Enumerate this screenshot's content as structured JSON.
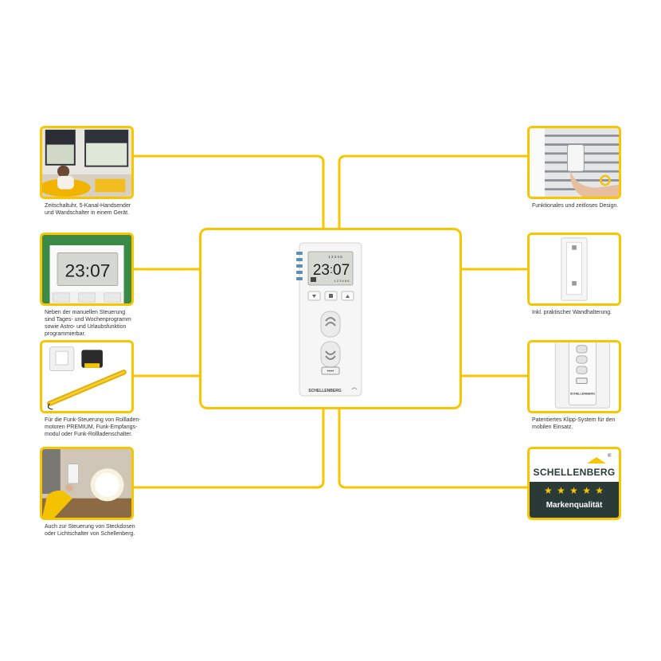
{
  "brand": {
    "name": "SCHELLENBERG",
    "registered": "®",
    "stars": "★ ★ ★ ★ ★",
    "quality": "Markenqualität"
  },
  "device": {
    "lcd_time_hours": "23",
    "lcd_time_minutes": "07",
    "lcd_days": "1 2 3 4 5",
    "lcd_days_bottom": "1 2 3 4 5 6",
    "logo": "SCHELLENBERG",
    "mini_logo": "SCHELLENBERG"
  },
  "left_captions": [
    "Zeitschaltuhr, 5-Kanal-Handsender\nund Wandschalter in einem Gerät.",
    "Neben der manuellen Steuerung\nsind Tages- und Wochenprogramm\nsowie Astro- und Urlaubsfunktion\nprogrammierbar.",
    "Für die Funk-Steuerung von Rollladen-\nmotoren PREMIUM, Funk-Empfangs-\nmodul oder Funk-Rollladenschalter.",
    "Auch zur Steuerung von Steckdosen\noder Lichtschalter von Schellenberg."
  ],
  "right_captions": [
    "Funktionales und zeitloses Design.",
    "Inkl. praktischer Wandhalterung.",
    "Patentiertes Klipp-System für den\nmobilen Einsatz."
  ],
  "colors": {
    "accent": "#f7c600",
    "badge_bg": "#2a3a36",
    "brand_yellow": "#f7c600"
  }
}
